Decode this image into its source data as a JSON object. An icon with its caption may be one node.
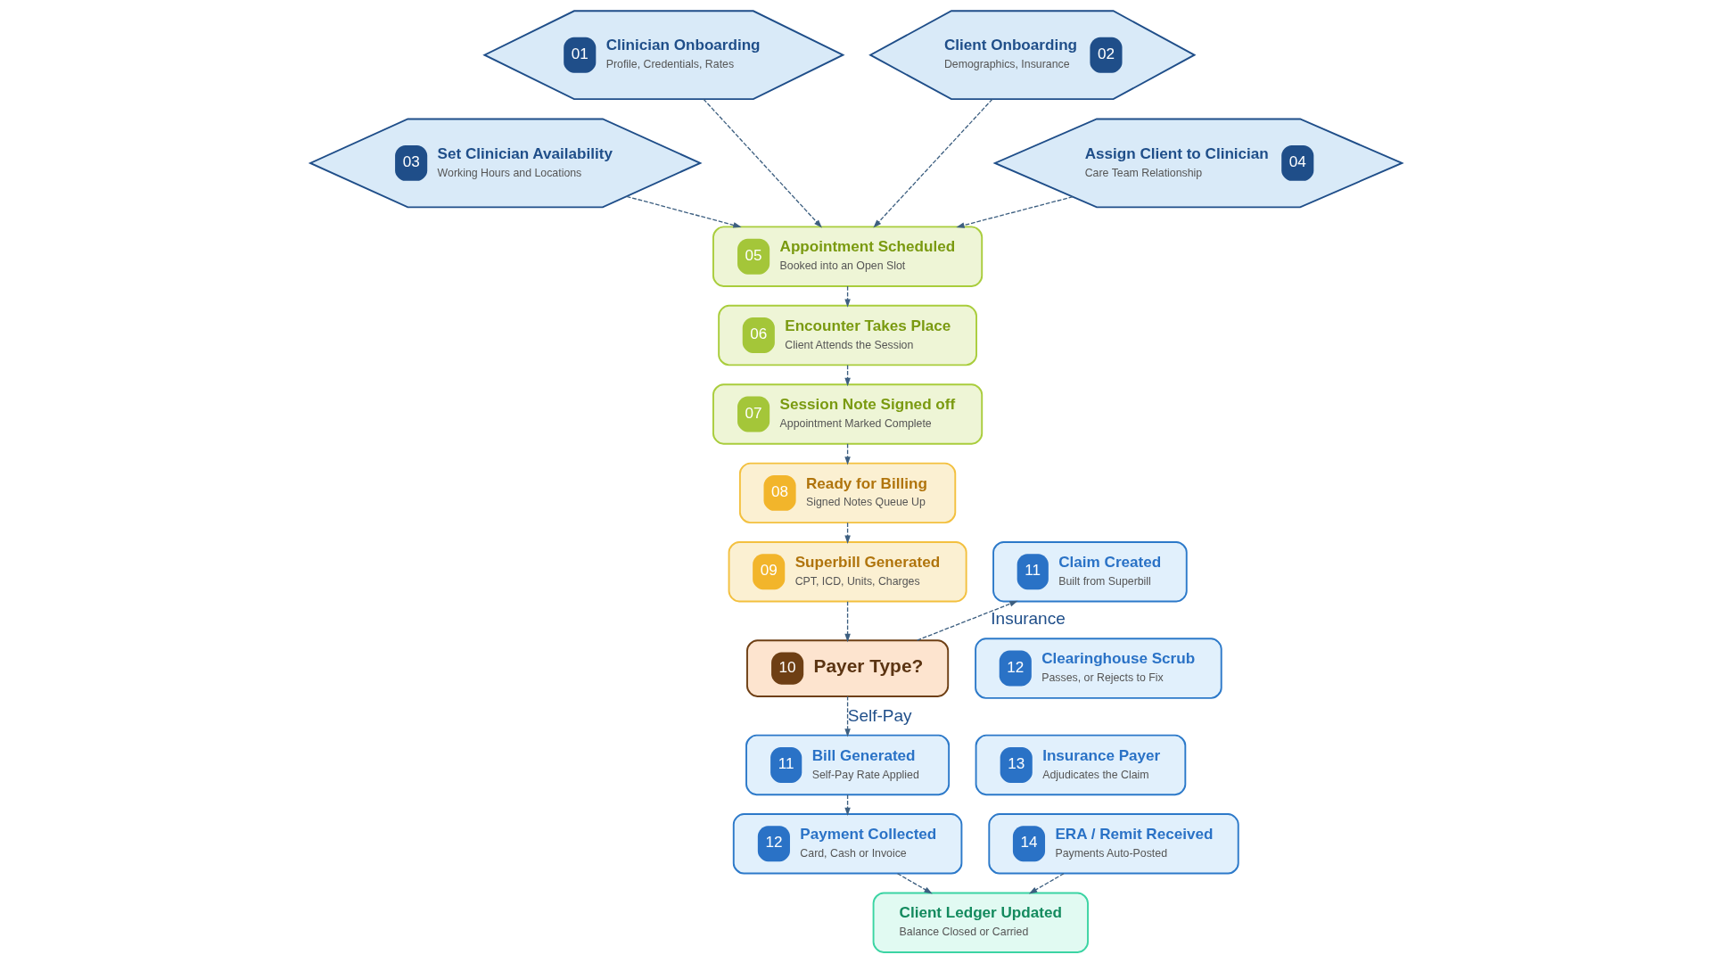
{
  "diagram": {
    "nodes": [
      {
        "text": [
          "01",
          "Clinician Onboarding",
          "Profile, Credentials, Rates"
        ]
      },
      {
        "text": [
          "Client Onboarding",
          "Demographics, Insurance",
          "02"
        ]
      },
      {
        "text": [
          "03",
          "Set Clinician Availability",
          "Working Hours and Locations"
        ]
      },
      {
        "text": [
          "Assign Client to Clinician",
          "Care Team Relationship",
          "04"
        ]
      },
      {
        "text": [
          "05",
          "Appointment Scheduled",
          "Booked into an Open Slot"
        ]
      },
      {
        "text": [
          "06",
          "Encounter Takes Place",
          "Client Attends the Session"
        ]
      },
      {
        "text": [
          "07",
          "Session Note Signed off",
          "Appointment Marked Complete"
        ]
      },
      {
        "text": [
          "08",
          "Ready for Billing",
          "Signed Notes Queue Up"
        ]
      },
      {
        "text": [
          "09",
          "Superbill Generated",
          "CPT, ICD, Units, Charges"
        ]
      },
      {
        "text": [
          "10",
          "Payer Type?"
        ]
      },
      {
        "text": [
          "11",
          "Claim Created",
          "Built from Superbill"
        ]
      },
      {
        "text": [
          "12",
          "Clearinghouse Scrub",
          "Passes, or Rejects to Fix"
        ]
      },
      {
        "text": [
          "11",
          "Bill Generated",
          "Self-Pay Rate Applied"
        ]
      },
      {
        "text": [
          "13",
          "Insurance Payer",
          "Adjudicates the Claim"
        ]
      },
      {
        "text": [
          "12",
          "Payment Collected",
          "Card, Cash or Invoice"
        ]
      },
      {
        "text": [
          "14",
          "ERA / Remit Received",
          "Payments Auto-Posted"
        ]
      },
      {
        "text": [
          "Client Ledger Updated",
          "Balance Closed or Carried"
        ]
      }
    ],
    "edges": [
      {
        "from": 0,
        "to": 4,
        "arrow": "to",
        "style": "dashed"
      },
      {
        "from": 1,
        "to": 4,
        "arrow": "to",
        "style": "dashed"
      },
      {
        "from": 2,
        "to": 4,
        "arrow": "to",
        "style": "dashed"
      },
      {
        "from": 3,
        "to": 4,
        "arrow": "to",
        "style": "dashed"
      },
      {
        "from": 4,
        "to": 5,
        "arrow": "to",
        "style": "dashed"
      },
      {
        "from": 5,
        "to": 6,
        "arrow": "to",
        "style": "dashed"
      },
      {
        "from": 6,
        "to": 7,
        "arrow": "to",
        "style": "dashed"
      },
      {
        "from": 7,
        "to": 8,
        "arrow": "to",
        "style": "dashed"
      },
      {
        "from": 8,
        "to": 9,
        "arrow": "to",
        "style": "dashed"
      },
      {
        "from": 9,
        "to": 12,
        "arrow": "to",
        "style": "dashed",
        "label": "Self-Pay"
      },
      {
        "from": 9,
        "to": 10,
        "arrow": "to",
        "style": "dashed",
        "label": "Insurance"
      },
      {
        "from": 12,
        "to": 14,
        "arrow": "to",
        "style": "dashed"
      },
      {
        "from": 14,
        "to": 16,
        "arrow": "to",
        "style": "dashed"
      },
      {
        "from": 15,
        "to": 16,
        "arrow": "to",
        "style": "dashed"
      }
    ]
  }
}
